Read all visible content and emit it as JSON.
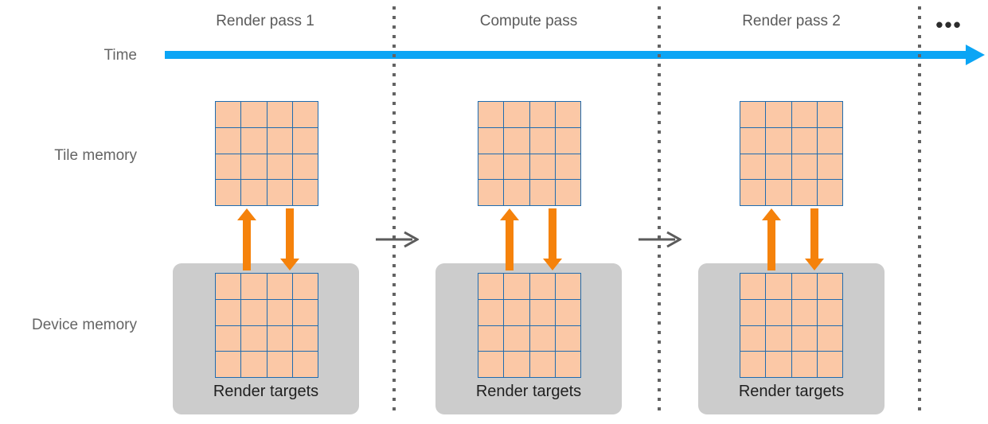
{
  "diagram": {
    "title_row_labels": {
      "time": "Time",
      "tile_memory": "Tile memory",
      "device_memory": "Device memory"
    },
    "colors": {
      "timeline": "#0BA5F5",
      "tile_cell_fill": "#FBC8A6",
      "tile_cell_border": "#1F6CB0",
      "device_box": "#CCCCCC",
      "transfer_arrow": "#F5820B",
      "separator": "#636363",
      "label_text": "#656565"
    },
    "ellipsis": "•••",
    "stages": [
      {
        "id": "render-pass-1",
        "header": "Render pass 1",
        "tile_grid": {
          "rows": 4,
          "cols": 4
        },
        "render_target_grid": {
          "rows": 4,
          "cols": 4
        },
        "render_target_label": "Render targets",
        "arrows": {
          "up": "load-to-tile-memory",
          "down": "store-to-device-memory"
        }
      },
      {
        "id": "compute-pass",
        "header": "Compute pass",
        "tile_grid": {
          "rows": 4,
          "cols": 4
        },
        "render_target_grid": {
          "rows": 4,
          "cols": 4
        },
        "render_target_label": "Render targets",
        "arrows": {
          "up": "load-to-tile-memory",
          "down": "store-to-device-memory"
        }
      },
      {
        "id": "render-pass-2",
        "header": "Render pass 2",
        "tile_grid": {
          "rows": 4,
          "cols": 4
        },
        "render_target_grid": {
          "rows": 4,
          "cols": 4
        },
        "render_target_label": "Render targets",
        "arrows": {
          "up": "load-to-tile-memory",
          "down": "store-to-device-memory"
        }
      }
    ]
  }
}
